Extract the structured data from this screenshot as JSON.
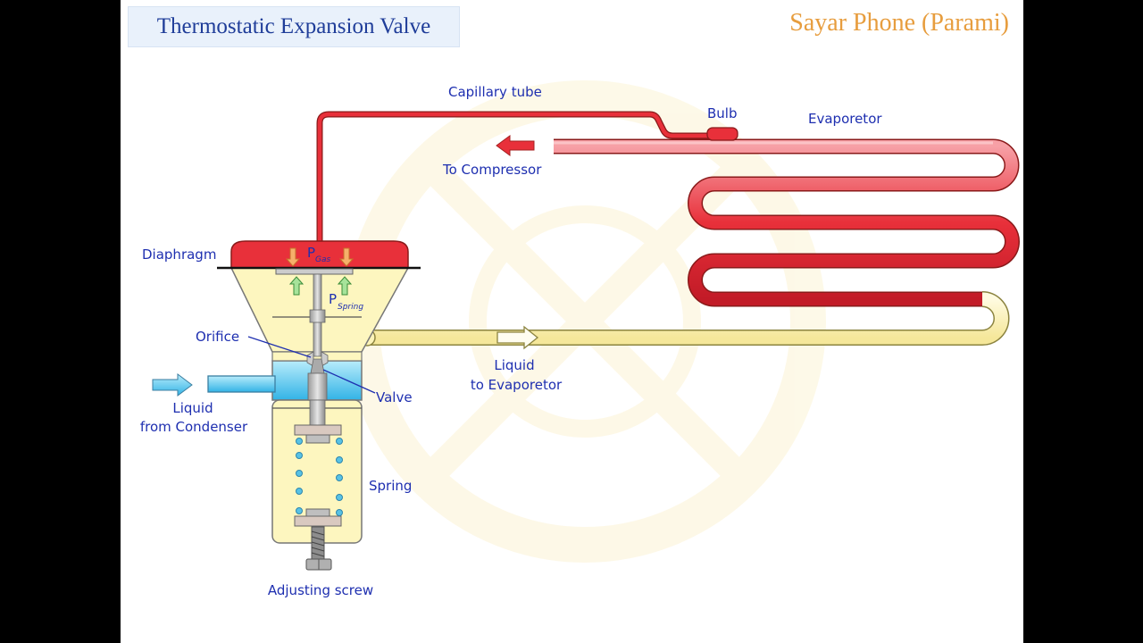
{
  "header": {
    "title": "Thermostatic Expansion Valve",
    "brand": "Sayar Phone (Parami)"
  },
  "labels": {
    "capillary_tube": "Capillary tube",
    "bulb": "Bulb",
    "evaporator": "Evaporetor",
    "to_compressor": "To Compressor",
    "diaphragm": "Diaphragm",
    "p_gas_main": "P",
    "p_gas_sub": "Gas",
    "p_spring_main": "P",
    "p_spring_sub": "Spring",
    "orifice": "Orifice",
    "valve": "Valve",
    "liquid_to_evap_line1": "Liquid",
    "liquid_to_evap_line2": "to Evaporetor",
    "liquid_from_cond_line1": "Liquid",
    "liquid_from_cond_line2": "from Condenser",
    "spring": "Spring",
    "adjusting_screw": "Adjusting screw"
  },
  "colors": {
    "pipe_red": "#e8303a",
    "pipe_yellow": "#fbf3b8",
    "pipe_blue": "#5ec4ec",
    "label_blue": "#1e2fb0",
    "title_blue": "#1f3d99",
    "brand_orange": "#e79d3e"
  }
}
